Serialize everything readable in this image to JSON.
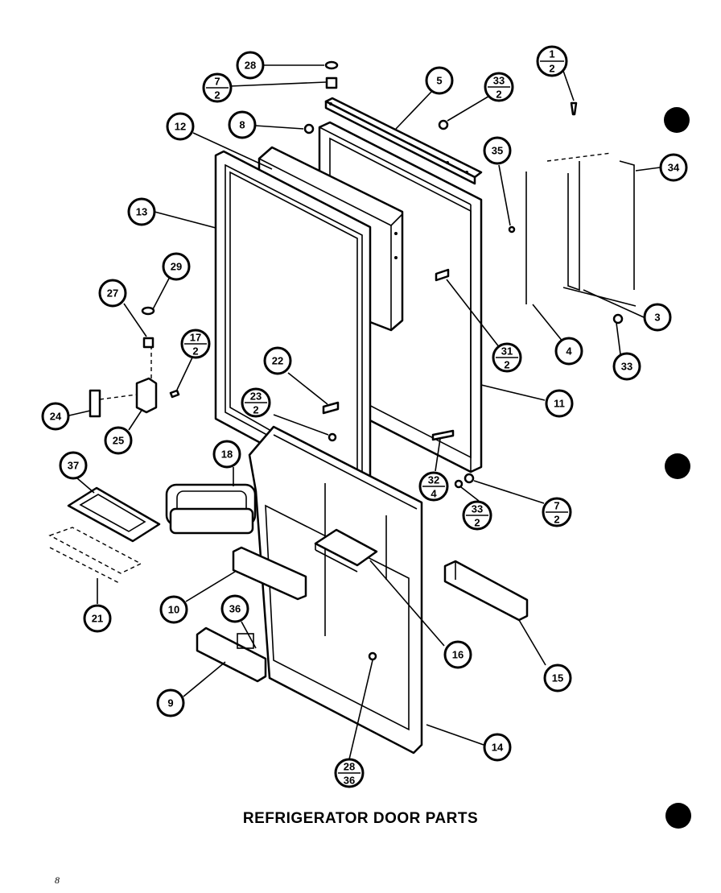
{
  "title": "REFRIGERATOR DOOR PARTS",
  "page_number": "8",
  "callouts": [
    {
      "id": "c28a",
      "top": "28"
    },
    {
      "id": "c7a",
      "top": "7",
      "bottom": "2"
    },
    {
      "id": "c8",
      "top": "8"
    },
    {
      "id": "c12",
      "top": "12"
    },
    {
      "id": "c5",
      "top": "5"
    },
    {
      "id": "c33a",
      "top": "33",
      "bottom": "2"
    },
    {
      "id": "c1",
      "top": "1",
      "bottom": "2"
    },
    {
      "id": "c35",
      "top": "35"
    },
    {
      "id": "c34",
      "top": "34"
    },
    {
      "id": "c13",
      "top": "13"
    },
    {
      "id": "c29",
      "top": "29"
    },
    {
      "id": "c27",
      "top": "27"
    },
    {
      "id": "c17",
      "top": "17",
      "bottom": "2"
    },
    {
      "id": "c3",
      "top": "3"
    },
    {
      "id": "c4",
      "top": "4"
    },
    {
      "id": "c31",
      "top": "31",
      "bottom": "2"
    },
    {
      "id": "c33b",
      "top": "33"
    },
    {
      "id": "c22",
      "top": "22"
    },
    {
      "id": "c11",
      "top": "11"
    },
    {
      "id": "c24",
      "top": "24"
    },
    {
      "id": "c23",
      "top": "23",
      "bottom": "2"
    },
    {
      "id": "c25",
      "top": "25"
    },
    {
      "id": "c18",
      "top": "18"
    },
    {
      "id": "c37",
      "top": "37"
    },
    {
      "id": "c32",
      "top": "32",
      "bottom": "4"
    },
    {
      "id": "c33c",
      "top": "33",
      "bottom": "2"
    },
    {
      "id": "c7b",
      "top": "7",
      "bottom": "2"
    },
    {
      "id": "c21",
      "top": "21"
    },
    {
      "id": "c10",
      "top": "10"
    },
    {
      "id": "c36",
      "top": "36"
    },
    {
      "id": "c16",
      "top": "16"
    },
    {
      "id": "c15",
      "top": "15"
    },
    {
      "id": "c9",
      "top": "9"
    },
    {
      "id": "c14",
      "top": "14"
    },
    {
      "id": "c28b",
      "top": "28",
      "bottom": "36"
    }
  ]
}
